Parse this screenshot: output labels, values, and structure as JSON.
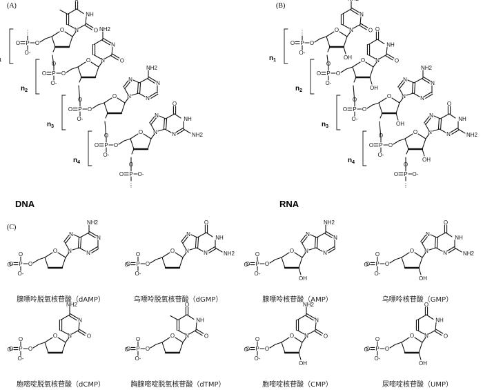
{
  "panels": {
    "a": {
      "label": "(A)",
      "title": "DNA"
    },
    "b": {
      "label": "(B)",
      "title": "RNA"
    },
    "c": {
      "label": "(C)"
    }
  },
  "repeat_labels": [
    "n",
    "1",
    "2",
    "3",
    "4"
  ],
  "atoms": {
    "o": "O",
    "om": "O-",
    "p": "P",
    "oh": "OH",
    "nh2": "NH2",
    "nh": "NH",
    "n": "N",
    "dots": "⋮"
  },
  "nucleotides": [
    {
      "caption": "腺嘌呤脱氧核苷酸（dAMP）",
      "base": "adenine",
      "sugar": "deoxyribose"
    },
    {
      "caption": "乌嘌呤脱氧核苷酸（dGMP）",
      "base": "guanine",
      "sugar": "deoxyribose"
    },
    {
      "caption": "腺嘌呤核苷酸（AMP）",
      "base": "adenine",
      "sugar": "ribose"
    },
    {
      "caption": "乌嘌呤核苷酸（GMP）",
      "base": "guanine",
      "sugar": "ribose"
    },
    {
      "caption": "胞嘧啶脱氧核苷酸（dCMP）",
      "base": "cytosine",
      "sugar": "deoxyribose"
    },
    {
      "caption": "胸腺嘧啶脱氧核苷酸（dTMP）",
      "base": "thymine",
      "sugar": "deoxyribose"
    },
    {
      "caption": "胞嘧啶核苷酸（CMP）",
      "base": "cytosine",
      "sugar": "ribose"
    },
    {
      "caption": "尿嘧啶核苷酸（UMP）",
      "base": "uracil",
      "sugar": "ribose"
    }
  ],
  "strands": {
    "dna": {
      "bases": [
        "thymine",
        "cytosine",
        "adenine",
        "guanine"
      ],
      "sugar": "deoxyribose"
    },
    "rna": {
      "bases": [
        "cytosine",
        "uracil",
        "adenine",
        "guanine"
      ],
      "sugar": "ribose"
    }
  }
}
